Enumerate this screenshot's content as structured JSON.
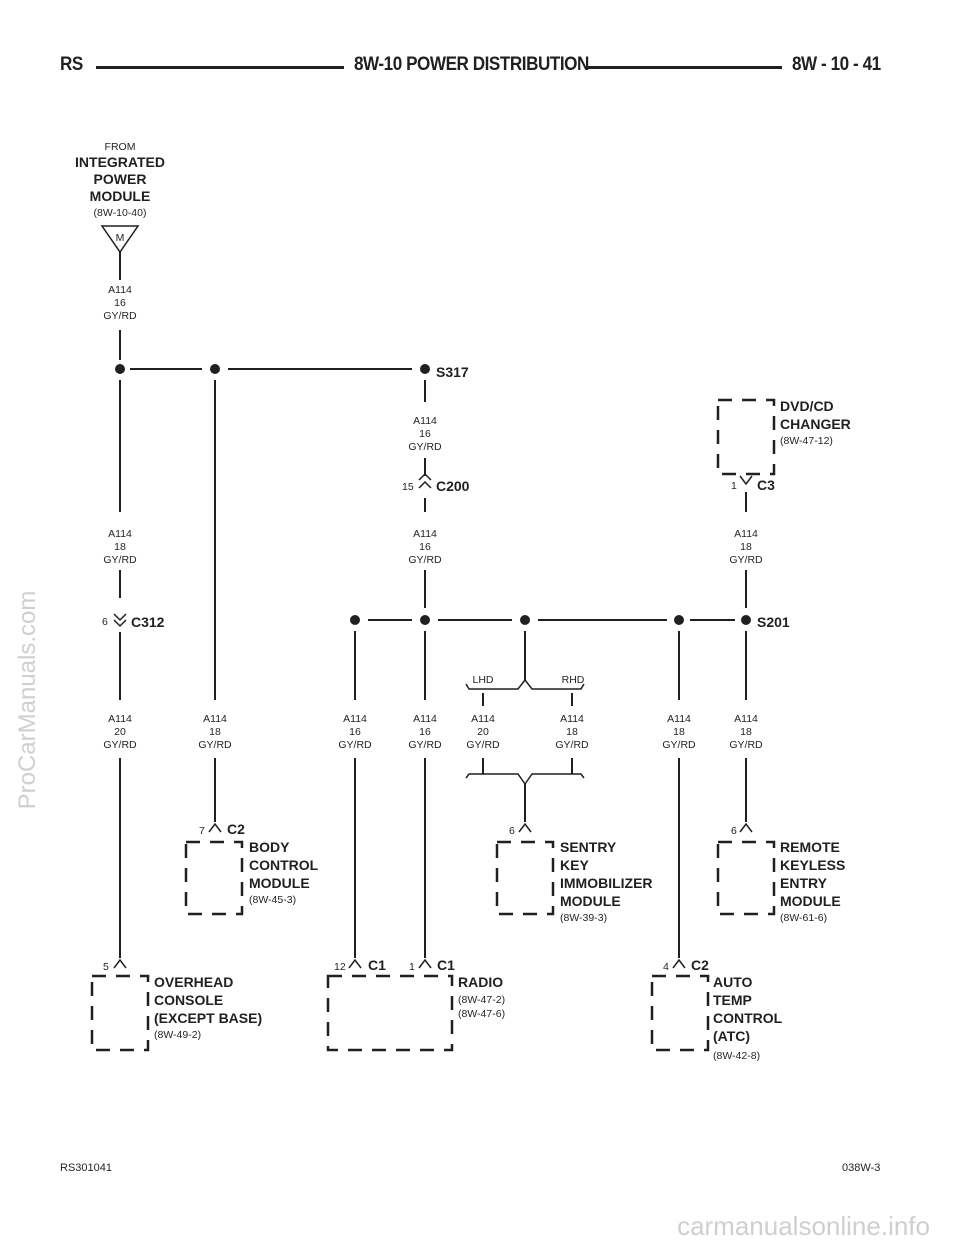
{
  "header": {
    "left": "RS",
    "center": "8W-10 POWER DISTRIBUTION",
    "right": "8W - 10 - 41"
  },
  "footer": {
    "left": "RS301041",
    "right": "038W-3"
  },
  "watermarks": {
    "side": "ProCarManuals.com",
    "bottom": "carmanualsonline.info"
  },
  "source": {
    "from": "FROM",
    "name_lines": [
      "INTEGRATED",
      "POWER",
      "MODULE"
    ],
    "ref": "(8W-10-40)",
    "cavity": "M"
  },
  "wires": {
    "w_src": [
      "A114",
      "16",
      "GY/RD"
    ],
    "w_s317": [
      "A114",
      "16",
      "GY/RD"
    ],
    "w_c200_dn": [
      "A114",
      "16",
      "GY/RD"
    ],
    "w_oc_top": [
      "A114",
      "18",
      "GY/RD"
    ],
    "w_oc_bot": [
      "A114",
      "20",
      "GY/RD"
    ],
    "w_bcm": [
      "A114",
      "18",
      "GY/RD"
    ],
    "w_dvd": [
      "A114",
      "18",
      "GY/RD"
    ],
    "w_radio12": [
      "A114",
      "16",
      "GY/RD"
    ],
    "w_radio1": [
      "A114",
      "16",
      "GY/RD"
    ],
    "w_lhd": [
      "A114",
      "20",
      "GY/RD"
    ],
    "w_rhd": [
      "A114",
      "18",
      "GY/RD"
    ],
    "w_atc": [
      "A114",
      "18",
      "GY/RD"
    ],
    "w_rke": [
      "A114",
      "18",
      "GY/RD"
    ]
  },
  "splices": {
    "s317": "S317",
    "s201": "S201"
  },
  "connectors": {
    "c200": {
      "pin": "15",
      "name": "C200"
    },
    "c312": {
      "pin": "6",
      "name": "C312"
    },
    "dvd_c3": {
      "pin": "1",
      "name": "C3"
    },
    "bcm_c2": {
      "pin": "7",
      "name": "C2"
    },
    "sentry": {
      "pin": "6"
    },
    "rke": {
      "pin": "6"
    },
    "overhead": {
      "pin": "5"
    },
    "radio_c1a": {
      "pin": "12",
      "name": "C1"
    },
    "radio_c1b": {
      "pin": "1",
      "name": "C1"
    },
    "atc_c2": {
      "pin": "4",
      "name": "C2"
    }
  },
  "variants": {
    "lhd": "LHD",
    "rhd": "RHD"
  },
  "modules": {
    "dvd": {
      "lines": [
        "DVD/CD",
        "CHANGER"
      ],
      "ref": "(8W-47-12)"
    },
    "bcm": {
      "lines": [
        "BODY",
        "CONTROL",
        "MODULE"
      ],
      "ref": "(8W-45-3)"
    },
    "sentry": {
      "lines": [
        "SENTRY",
        "KEY",
        "IMMOBILIZER",
        "MODULE"
      ],
      "ref": "(8W-39-3)"
    },
    "rke": {
      "lines": [
        "REMOTE",
        "KEYLESS",
        "ENTRY",
        "MODULE"
      ],
      "ref": "(8W-61-6)"
    },
    "overhead": {
      "lines": [
        "OVERHEAD",
        "CONSOLE",
        "(EXCEPT BASE)"
      ],
      "ref": "(8W-49-2)"
    },
    "radio": {
      "lines": [
        "RADIO"
      ],
      "refs": [
        "(8W-47-2)",
        "(8W-47-6)"
      ]
    },
    "atc": {
      "lines": [
        "AUTO",
        "TEMP",
        "CONTROL",
        "(ATC)"
      ],
      "ref": "(8W-42-8)"
    }
  }
}
